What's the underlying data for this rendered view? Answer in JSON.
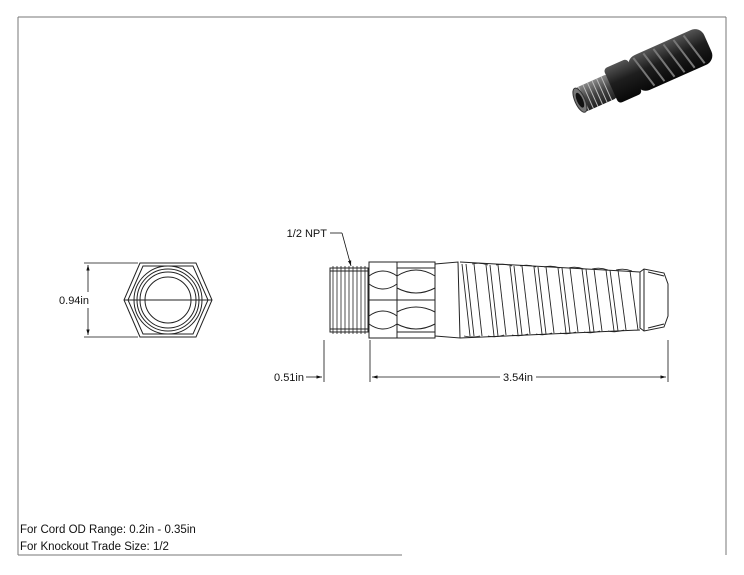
{
  "labels": {
    "thread": "1/2 NPT",
    "height_dim": "0.94in",
    "thread_len_dim": "0.51in",
    "body_len_dim": "3.54in"
  },
  "notes": {
    "cord_od": "For Cord OD Range: 0.2in - 0.35in",
    "knockout": "For Knockout Trade Size: 1/2"
  }
}
